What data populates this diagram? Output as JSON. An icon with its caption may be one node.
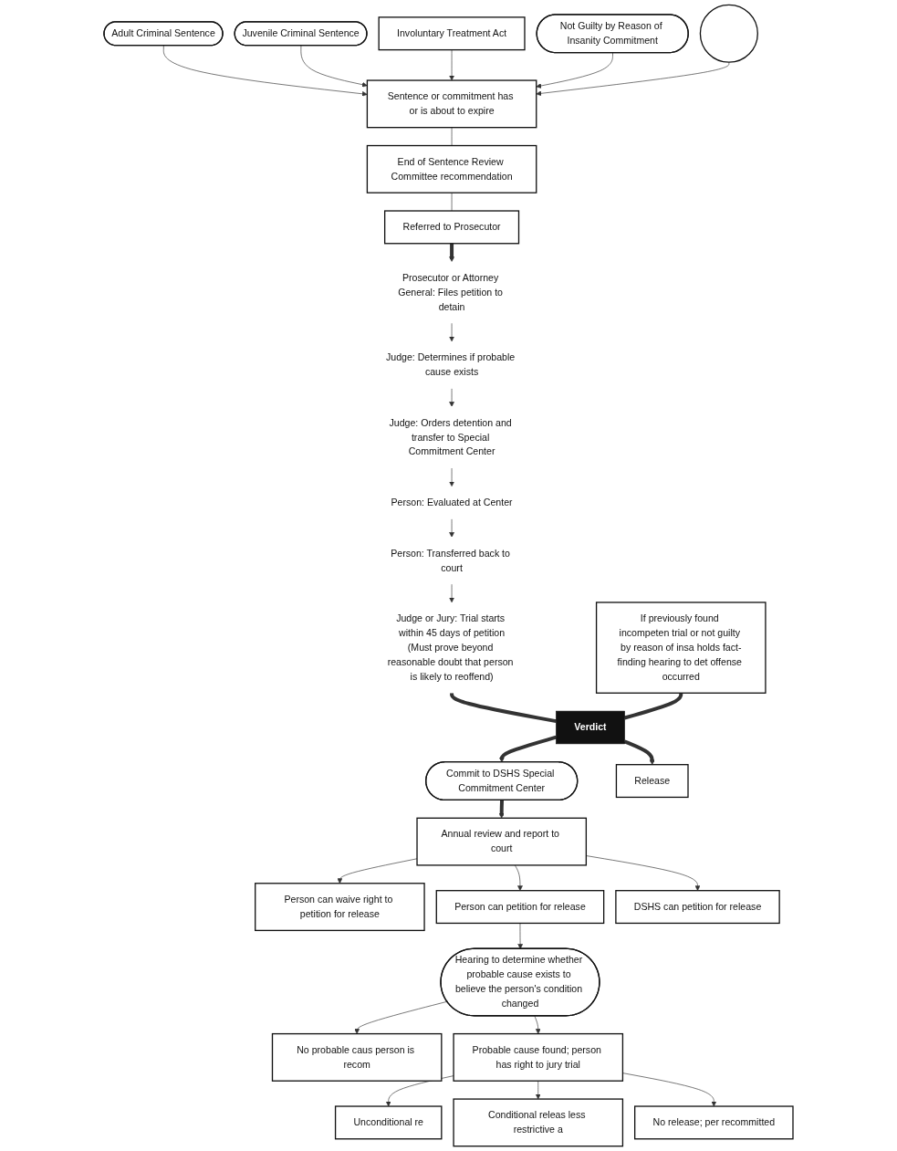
{
  "diagram": {
    "nodes": [
      {
        "text": [
          "Adult Criminal Sentence"
        ]
      },
      {
        "text": [
          "Juvenile Criminal Sentence"
        ]
      },
      {
        "text": [
          "Involuntary Treatment Act"
        ]
      },
      {
        "text": [
          "Not Guilty by Reason of Insanity Commitment"
        ]
      },
      {
        "text": [],
        "shape": "circle"
      },
      {
        "text": [
          "Sentence or commitment has or is about to expire"
        ]
      },
      {
        "text": [
          "End of Sentence Review Committee recommendation"
        ]
      },
      {
        "text": [
          "Referred to Prosecutor"
        ]
      },
      {
        "text": [
          "Prosecutor or Attorney General: Files petition to detain"
        ]
      },
      {
        "text": [
          "Judge: Determines if probable cause exists"
        ]
      },
      {
        "text": [
          "Judge: Orders detention and transfer to Special Commitment Center"
        ]
      },
      {
        "text": [
          "Person: Evaluated at Center"
        ]
      },
      {
        "text": [
          "Person: Transferred back to court"
        ]
      },
      {
        "text": [
          "Judge or Jury: Trial starts within 45 days of petition",
          "(Must prove beyond reasonable doubt that person is likely to reoffend)"
        ]
      },
      {
        "text": [
          "If previously found incompeten trial or not guilty by reason of insa holds fact-finding hearing to det offense occurred"
        ]
      },
      {
        "text": [
          "Commit to DSHS Special Commitment Center"
        ]
      },
      {
        "text": [
          "Verdict"
        ]
      },
      {
        "text": [
          "Release"
        ]
      },
      {
        "text": [
          "Annual review and report to court"
        ]
      },
      {
        "text": [
          "Person can waive right to petition for release"
        ]
      },
      {
        "text": [
          "Person can petition for release"
        ]
      },
      {
        "text": [
          "DSHS can petition for release"
        ]
      },
      {
        "text": [
          "Hearing to determine whether probable cause exists to believe the person's condition changed"
        ]
      },
      {
        "text": [
          "No probable caus person is recom"
        ]
      },
      {
        "text": [
          "Probable cause found; person has right to jury trial"
        ]
      },
      {
        "text": [
          "Unconditional re"
        ]
      },
      {
        "text": [
          "Conditional releas less restrictive a"
        ]
      },
      {
        "text": [
          "No release; per recommitted"
        ]
      }
    ],
    "edges": [
      {
        "from": 0,
        "to": 5,
        "arrow": "to"
      },
      {
        "from": 1,
        "to": 5,
        "arrow": "to"
      },
      {
        "from": 2,
        "to": 5,
        "arrow": "to"
      },
      {
        "from": 3,
        "to": 5,
        "arrow": "to"
      },
      {
        "from": 4,
        "to": 5,
        "arrow": "to"
      },
      {
        "from": 5,
        "to": 6,
        "arrow": "none"
      },
      {
        "from": 6,
        "to": 7,
        "arrow": "none"
      },
      {
        "from": 7,
        "to": 8,
        "arrow": "to",
        "style": "thick"
      },
      {
        "from": 8,
        "to": 9,
        "arrow": "to"
      },
      {
        "from": 9,
        "to": 10,
        "arrow": "to"
      },
      {
        "from": 10,
        "to": 11,
        "arrow": "to"
      },
      {
        "from": 11,
        "to": 12,
        "arrow": "to"
      },
      {
        "from": 12,
        "to": 13,
        "arrow": "to"
      },
      {
        "from": 13,
        "to": 16,
        "arrow": "none",
        "style": "thick"
      },
      {
        "from": 14,
        "to": 16,
        "arrow": "none",
        "style": "thick"
      },
      {
        "from": 16,
        "to": 15,
        "arrow": "to",
        "style": "thick"
      },
      {
        "from": 16,
        "to": 17,
        "arrow": "to",
        "style": "thick"
      },
      {
        "from": 15,
        "to": 18,
        "arrow": "to",
        "style": "thick"
      },
      {
        "from": 18,
        "to": 19,
        "arrow": "to"
      },
      {
        "from": 18,
        "to": 20,
        "arrow": "to"
      },
      {
        "from": 18,
        "to": 21,
        "arrow": "to"
      },
      {
        "from": 20,
        "to": 22,
        "arrow": "to"
      },
      {
        "from": 22,
        "to": 23,
        "arrow": "to"
      },
      {
        "from": 22,
        "to": 24,
        "arrow": "to"
      },
      {
        "from": 24,
        "to": 25,
        "arrow": "to"
      },
      {
        "from": 24,
        "to": 26,
        "arrow": "to"
      },
      {
        "from": 24,
        "to": 27,
        "arrow": "to"
      }
    ]
  }
}
